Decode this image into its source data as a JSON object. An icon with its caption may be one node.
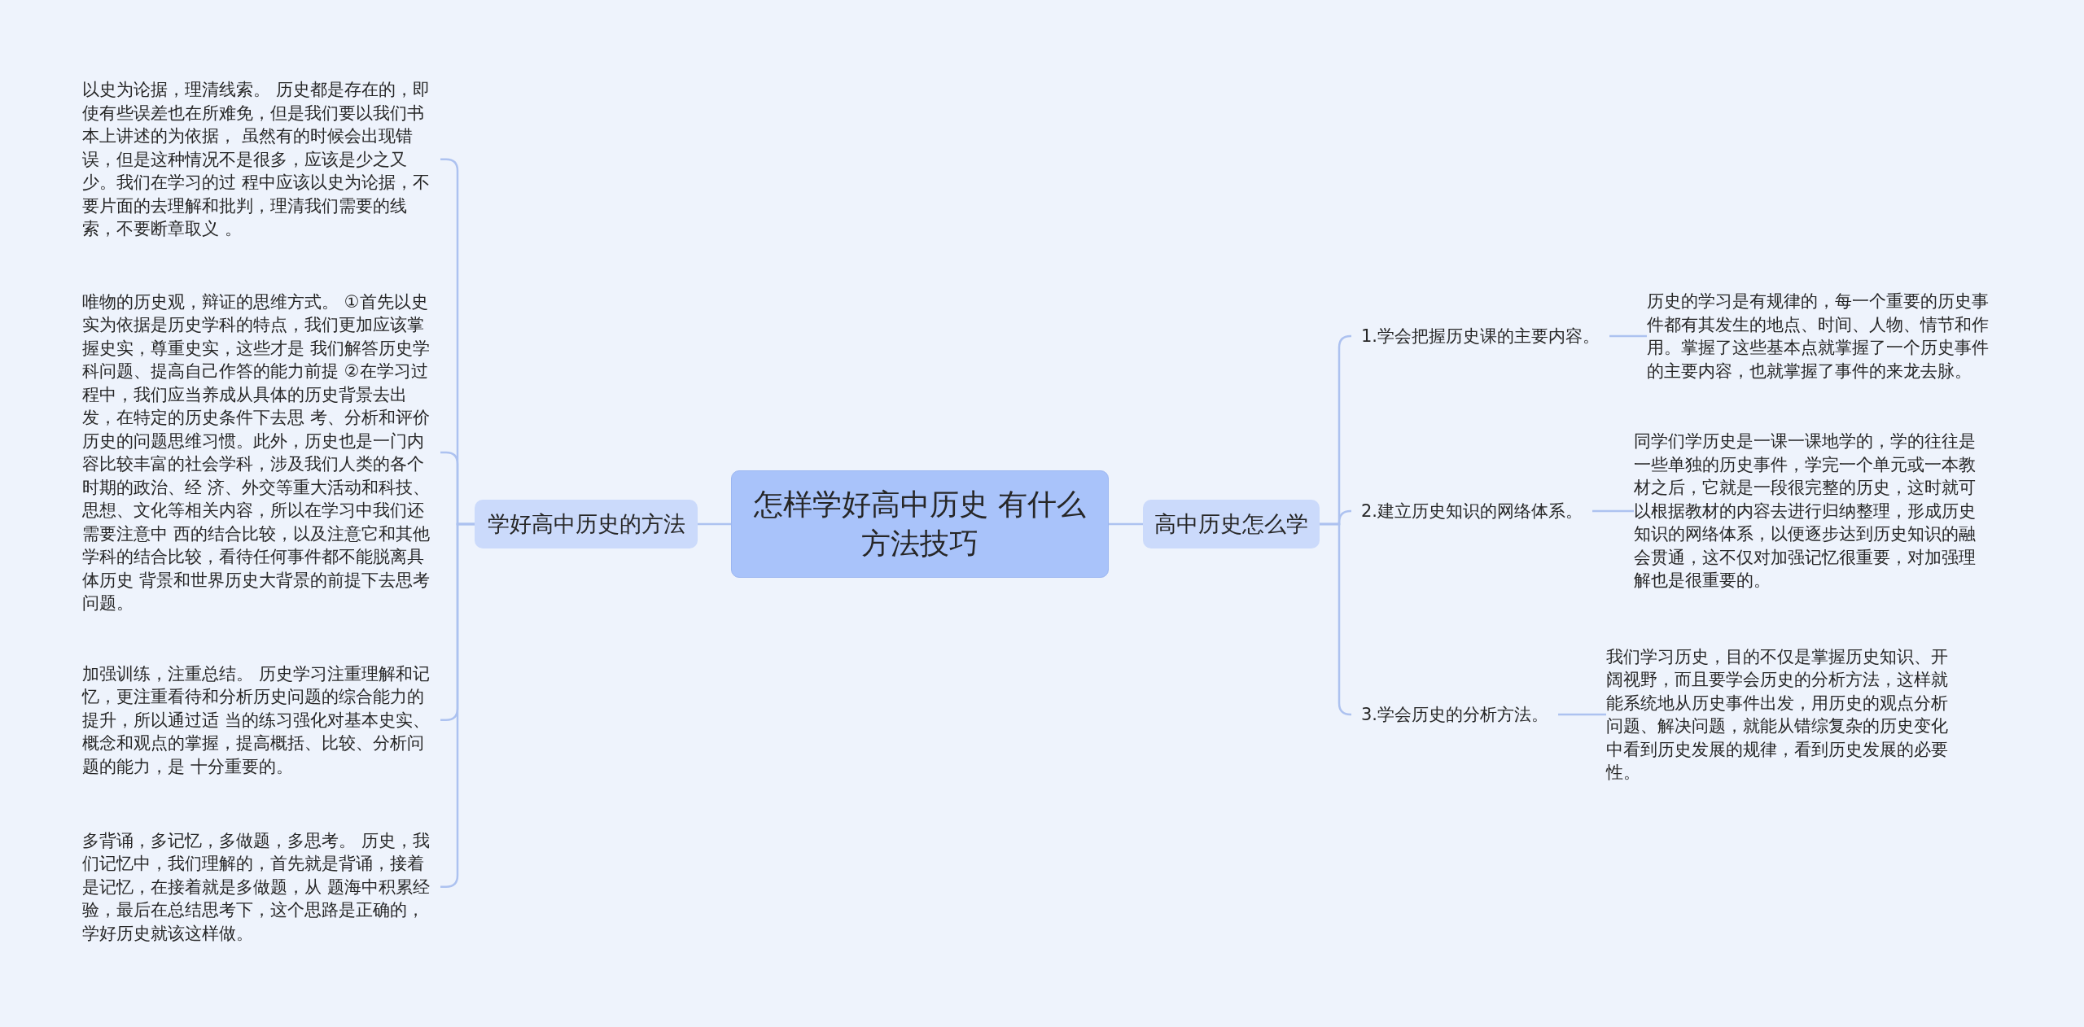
{
  "diagram": {
    "nodes": [
      {
        "text": [
          "怎样学好高中历史 有什么方法技巧"
        ]
      },
      {
        "text": [
          "学好高中历史的方法"
        ]
      },
      {
        "text": [
          "以史为论据，理清线索。 历史都是存在的，即使有些误差也在所难免，但是我们要以我们书本上讲述的为依据， 虽然有的时候会出现错误，但是这种情况不是很多，应该是少之又少。我们在学习的过 程中应该以史为论据，不要片面的去理解和批判，理清我们需要的线索，不要断章取义 。"
        ]
      },
      {
        "text": [
          "唯物的历史观，辩证的思维方式。 ①首先以史实为依据是历史学科的特点，我们更加应该掌握史实，尊重史实，这些才是 我们解答历史学科问题、提高自己作答的能力前提 ②在学习过程中，我们应当养成从具体的历史背景去出发，在特定的历史条件下去思 考、分析和评价历史的问题思维习惯。此外，历史也是一门内容比较丰富的社会学科，涉及我们人类的各个时期的政治、经 济、外交等重大活动和科技、思想、文化等相关内容，所以在学习中我们还需要注意中 西的结合比较，以及注意它和其他学科的结合比较，看待任何事件都不能脱离具体历史 背景和世界历史大背景的前提下去思考问题。"
        ]
      },
      {
        "text": [
          "加强训练，注重总结。 历史学习注重理解和记忆，更注重看待和分析历史问题的综合能力的提升，所以通过适 当的练习强化对基本史实、概念和观点的掌握，提高概括、比较、分析问题的能力，是 十分重要的。"
        ]
      },
      {
        "text": [
          "多背诵，多记忆，多做题，多思考。 历史，我们记忆中，我们理解的，首先就是背诵，接着是记忆，在接着就是多做题，从 题海中积累经验，最后在总结思考下，这个思路是正确的，学好历史就该这样做。"
        ]
      },
      {
        "text": [
          "高中历史怎么学"
        ]
      },
      {
        "text": [
          "1.学会把握历史课的主要内容。"
        ]
      },
      {
        "text": [
          "历史的学习是有规律的，每一个重要的历史事件都有其发生的地点、时间、人物、情节和作用。掌握了这些基本点就掌握了一个历史事件的主要内容，也就掌握了事件的来龙去脉。"
        ]
      },
      {
        "text": [
          "2.建立历史知识的网络体系。"
        ]
      },
      {
        "text": [
          "同学们学历史是一课一课地学的，学的往往是一些单独的历史事件，学完一个单元或一本教材之后，它就是一段很完整的历史，这时就可以根据教材的内容去进行归纳整理，形成历史知识的网络体系，以便逐步达到历史知识的融会贯通，这不仅对加强记忆很重要，对加强理解也是很重要的。"
        ]
      },
      {
        "text": [
          "3.学会历史的分析方法。"
        ]
      },
      {
        "text": [
          "我们学习历史，目的不仅是掌握历史知识、开阔视野，而且要学会历史的分析方法，这样就能系统地从历史事件出发，用历史的观点分析问题、解决问题，就能从错综复杂的历史变化中看到历史发展的规律，看到历史发展的必要性。"
        ]
      }
    ],
    "edges": [
      {
        "from": 0,
        "to": 1,
        "arrow": "none"
      },
      {
        "from": 1,
        "to": 2,
        "arrow": "none"
      },
      {
        "from": 1,
        "to": 3,
        "arrow": "none"
      },
      {
        "from": 1,
        "to": 4,
        "arrow": "none"
      },
      {
        "from": 1,
        "to": 5,
        "arrow": "none"
      },
      {
        "from": 0,
        "to": 6,
        "arrow": "none"
      },
      {
        "from": 6,
        "to": 7,
        "arrow": "none"
      },
      {
        "from": 7,
        "to": 8,
        "arrow": "none"
      },
      {
        "from": 6,
        "to": 9,
        "arrow": "none"
      },
      {
        "from": 9,
        "to": 10,
        "arrow": "none"
      },
      {
        "from": 6,
        "to": 11,
        "arrow": "none"
      },
      {
        "from": 11,
        "to": 12,
        "arrow": "none"
      }
    ]
  }
}
